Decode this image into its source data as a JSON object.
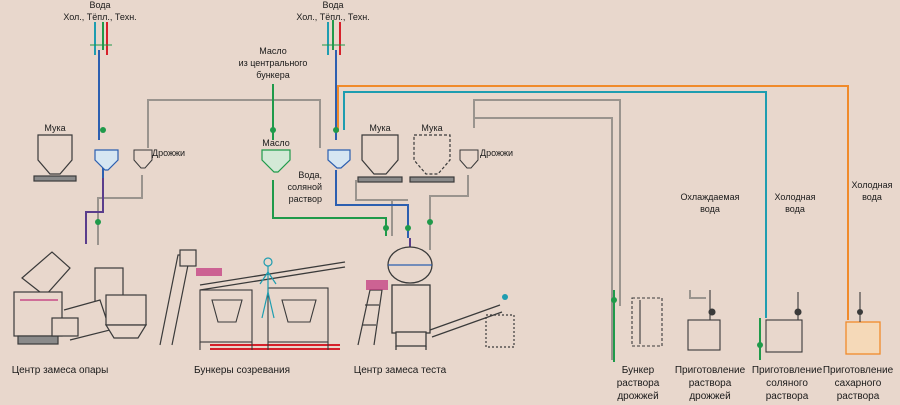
{
  "labels": {
    "water_top_left_1": "Вода",
    "water_top_left_2": "Хол., Тёпл., Техн.",
    "water_top_mid_1": "Вода",
    "water_top_mid_2": "Хол., Тёпл., Техн.",
    "oil_src_1": "Масло",
    "oil_src_2": "из центрального",
    "oil_src_3": "бункера",
    "flour_left": "Мука",
    "yeast_left": "Дрожжи",
    "oil_tank": "Масло",
    "water_salt_1": "Вода,",
    "water_salt_2": "соляной",
    "water_salt_3": "раствор",
    "flour_mid_1": "Мука",
    "flour_mid_2": "Мука",
    "yeast_right": "Дрожжи",
    "chilled_water_1": "Охлаждаемая",
    "chilled_water_2": "вода",
    "cold_water_1_1": "Холодная",
    "cold_water_1_2": "вода",
    "cold_water_2_1": "Холодная",
    "cold_water_2_2": "вода"
  },
  "captions": {
    "sponge_center": "Центр замеса опары",
    "maturation_bins": "Бункеры созревания",
    "dough_center": "Центр замеса теста",
    "yeast_bunker_1": "Бункер",
    "yeast_bunker_2": "раствора",
    "yeast_bunker_3": "дрожжей",
    "yeast_prep_1": "Приготовление",
    "yeast_prep_2": "раствора",
    "yeast_prep_3": "дрожжей",
    "salt_prep_1": "Приготовление",
    "salt_prep_2": "соляного",
    "salt_prep_3": "раствора",
    "sugar_prep_1": "Приготовление",
    "sugar_prep_2": "сахарного",
    "sugar_prep_3": "раствора"
  },
  "colors": {
    "background": "#e8d7cc",
    "machine": "#3a3a3a",
    "pipe_grey": "#9a948e",
    "pipe_green": "#1f9a4a",
    "pipe_blue": "#2c5fb0",
    "pipe_cyan": "#1e9db0",
    "pipe_red": "#d6202a",
    "pipe_orange": "#f08a2a",
    "pipe_purple": "#5a3d8c",
    "accent_magenta": "#c0307a"
  }
}
